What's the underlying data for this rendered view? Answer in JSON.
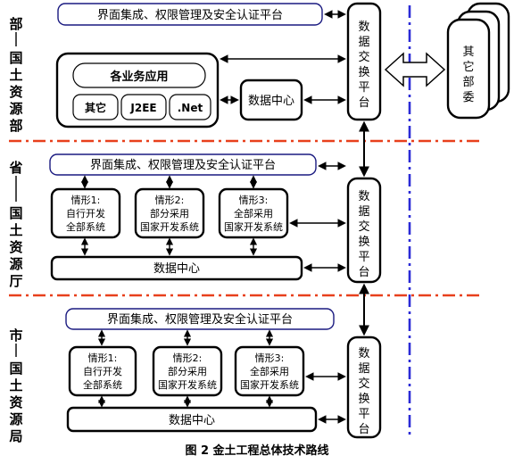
{
  "levels": {
    "ministry": [
      "部",
      "国",
      "土",
      "资",
      "源",
      "部"
    ],
    "province": [
      "省",
      "国",
      "土",
      "资",
      "源",
      "厅"
    ],
    "city": [
      "市",
      "国",
      "土",
      "资",
      "源",
      "局"
    ]
  },
  "platform_label": "界面集成、权限管理及安全认证平台",
  "business_apps": "各业务应用",
  "app_items": [
    "其它",
    "J2EE",
    ".Net"
  ],
  "data_center": "数据中心",
  "exchange": [
    "数",
    "据",
    "交",
    "换",
    "平",
    "台"
  ],
  "other_ministries": [
    "其",
    "它",
    "部",
    "委"
  ],
  "scenarios": [
    {
      "title": "情形1:",
      "line1": "自行开发",
      "line2": "全部系统"
    },
    {
      "title": "情形2:",
      "line1": "部分采用",
      "line2": "国家开发系统"
    },
    {
      "title": "情形3:",
      "line1": "全部采用",
      "line2": "国家开发系统"
    }
  ],
  "city_scenarios": [
    {
      "title": "情形1:",
      "line1": "自行开发",
      "line2": "全部系统"
    },
    {
      "title": "情形2:",
      "line1": "部分采用",
      "line2": "国家开发系统"
    },
    {
      "title": "情形3:",
      "line1": "全部采用",
      "line2": "国家开发系统"
    }
  ],
  "caption": "图 2  金土工程总体技术路线",
  "colors": {
    "separator": "#e8401c",
    "divider": "#2b2bd6",
    "platform_border": "#1a1a80"
  }
}
